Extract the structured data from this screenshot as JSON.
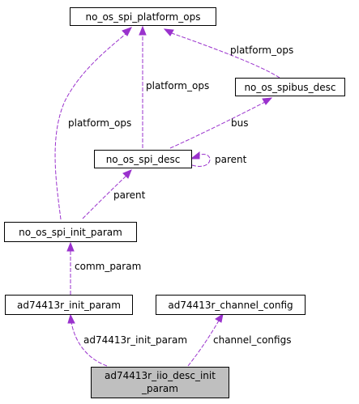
{
  "diagram": {
    "nodes": {
      "platform_ops_struct": "no_os_spi_platform_ops",
      "spibus_desc": "no_os_spibus_desc",
      "spi_desc": "no_os_spi_desc",
      "spi_init_param": "no_os_spi_init_param",
      "init_param": "ad74413r_init_param",
      "channel_config": "ad74413r_channel_config",
      "iio_desc_line1": "ad74413r_iio_desc_init",
      "iio_desc_line2": "_param"
    },
    "edges": {
      "spibus_platform_ops": "platform_ops",
      "spidesc_platform_ops": "platform_ops",
      "initparam_platform_ops": "platform_ops",
      "spidesc_bus": "bus",
      "spidesc_parent_self": "parent",
      "initparam_parent": "parent",
      "comm_param": "comm_param",
      "ad74413r_init_param": "ad74413r_init_param",
      "channel_configs": "channel_configs"
    },
    "colors": {
      "edge": "#9a32cd",
      "highlight_fill": "#bfbfbf"
    }
  }
}
